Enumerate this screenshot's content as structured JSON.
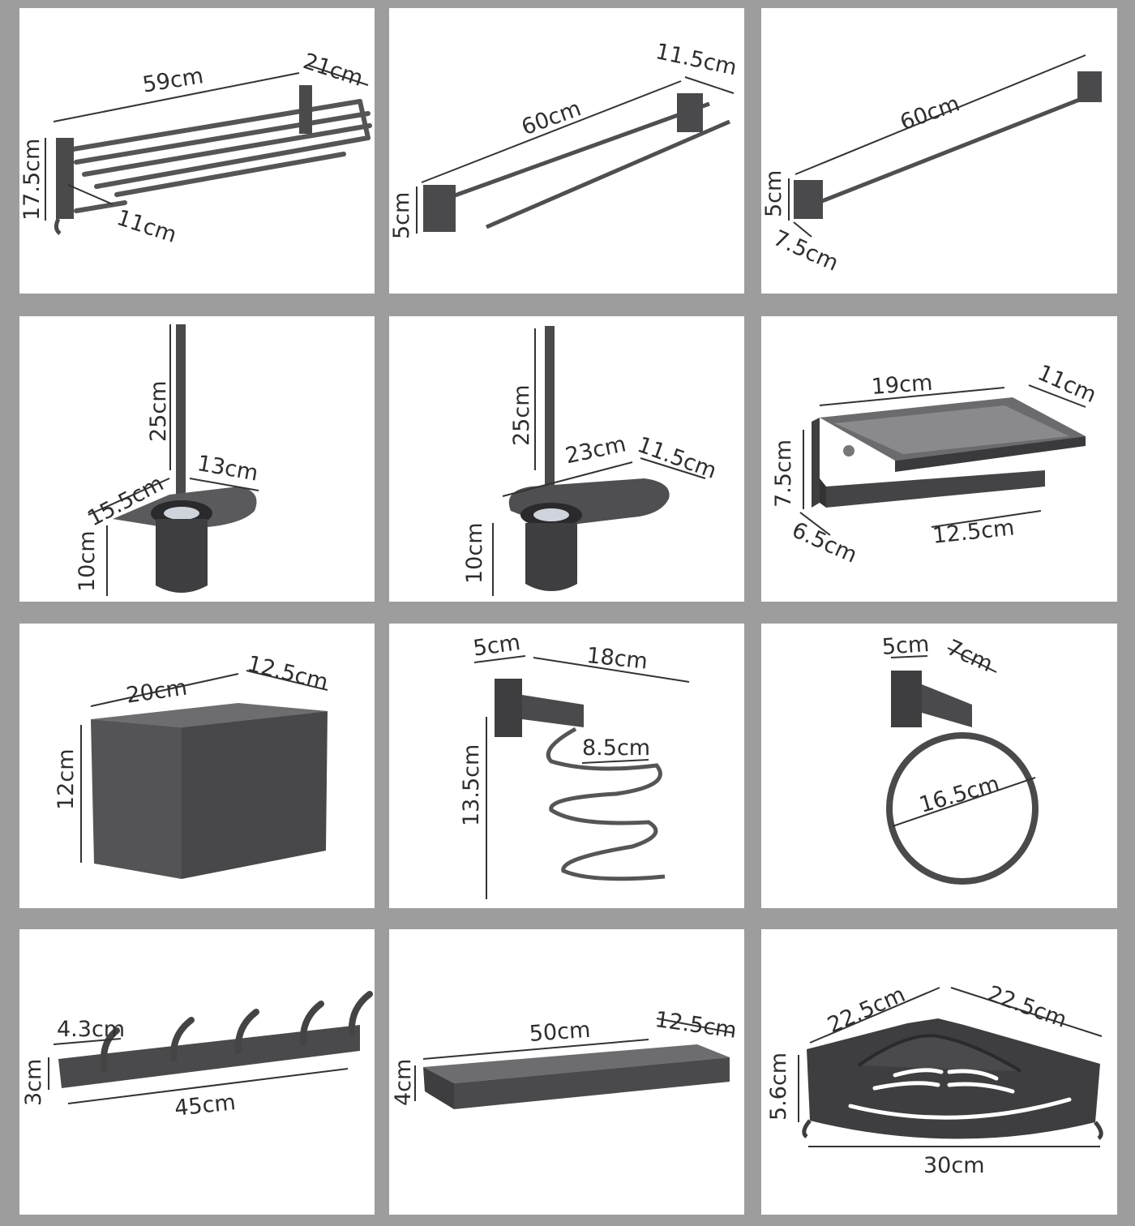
{
  "products": [
    {
      "id": "towel-rack-shelf",
      "dims": [
        "59cm",
        "21cm",
        "17.5cm",
        "11cm"
      ]
    },
    {
      "id": "double-towel-bar",
      "dims": [
        "60cm",
        "11.5cm",
        "5cm"
      ]
    },
    {
      "id": "single-towel-bar",
      "dims": [
        "60cm",
        "5cm",
        "7.5cm"
      ]
    },
    {
      "id": "toilet-brush-holder",
      "dims": [
        "25cm",
        "15.5cm",
        "13cm",
        "10cm"
      ]
    },
    {
      "id": "toilet-brush-holder-shelf",
      "dims": [
        "25cm",
        "23cm",
        "11.5cm",
        "10cm"
      ]
    },
    {
      "id": "paper-holder-shelf",
      "dims": [
        "19cm",
        "11cm",
        "7.5cm",
        "6.5cm",
        "12.5cm"
      ]
    },
    {
      "id": "tissue-box",
      "dims": [
        "20cm",
        "12.5cm",
        "12cm"
      ]
    },
    {
      "id": "hair-dryer-holder",
      "dims": [
        "5cm",
        "18cm",
        "8.5cm",
        "13.5cm"
      ]
    },
    {
      "id": "towel-ring",
      "dims": [
        "5cm",
        "7cm",
        "16.5cm"
      ]
    },
    {
      "id": "robe-hook-rail",
      "dims": [
        "4.3cm",
        "3cm",
        "45cm"
      ]
    },
    {
      "id": "bath-shelf",
      "dims": [
        "50cm",
        "12.5cm",
        "4cm"
      ]
    },
    {
      "id": "corner-basket",
      "dims": [
        "22.5cm",
        "22.5cm",
        "5.6cm",
        "30cm"
      ]
    }
  ],
  "colors": {
    "metal": "#4a4a4c",
    "metal_light": "#7a7a7d",
    "background": "#9d9d9d",
    "tile": "#ffffff",
    "dim_line": "#333333"
  }
}
